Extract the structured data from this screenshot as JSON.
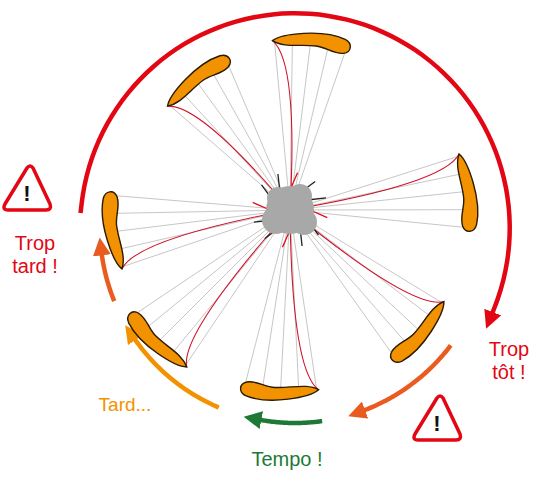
{
  "diagram": {
    "labels": [
      "Trop tard !",
      "Trop tôt !",
      "Tempo !",
      "Tard...",
      "!",
      "!"
    ]
  }
}
